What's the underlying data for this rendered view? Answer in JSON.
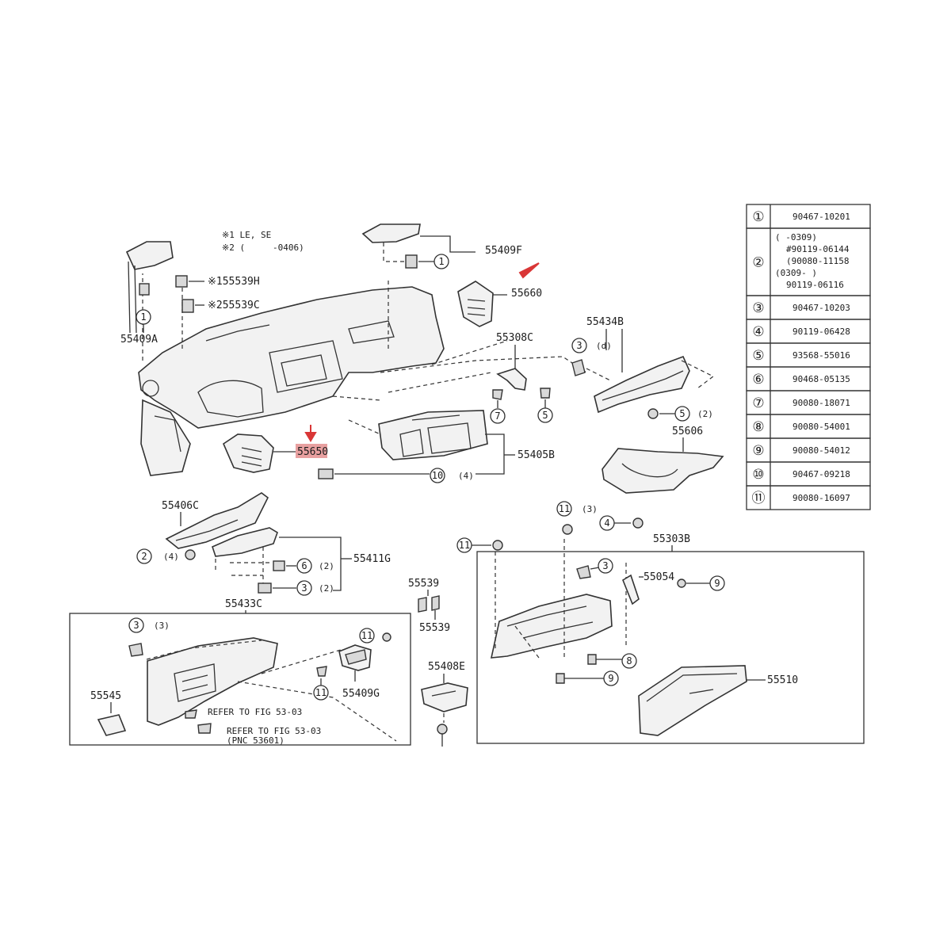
{
  "notes": {
    "n1": "※1 LE, SE",
    "n2_a": "※2 (",
    "n2_b": "-0406)"
  },
  "labels": {
    "l55539H": "※155539H",
    "l55539C": "※255539C",
    "l55409A": "55409A",
    "l55409F": "55409F",
    "l55660": "55660",
    "l55308C": "55308C",
    "l55434B": "55434B",
    "l55606": "55606",
    "l55650": "55650",
    "l55405B": "55405B",
    "l55406C": "55406C",
    "l55411G": "55411G",
    "l55433C": "55433C",
    "l55539a": "55539",
    "l55539b": "55539",
    "l55545": "55545",
    "l55409G": "55409G",
    "l55408E": "55408E",
    "l55303B": "55303B",
    "l55054": "55054",
    "l55510": "55510",
    "refer1": "REFER TO FIG 53-03",
    "refer2": "REFER TO FIG 53-03",
    "refer3": "(PNC 53601)"
  },
  "qty": {
    "d": "(d)",
    "q2a": "(2)",
    "q4a": "(4)",
    "q4b": "(4)",
    "q2b": "(2)",
    "q2c": "(2)",
    "q3a": "(3)",
    "q3b": "(3)"
  },
  "callouts": {
    "c1": "1",
    "c2": "2",
    "c3": "3",
    "c4": "4",
    "c5": "5",
    "c6": "6",
    "c7": "7",
    "c8": "8",
    "c9": "9",
    "c10": "10",
    "c11": "11"
  },
  "parts_table": [
    {
      "ref": "①",
      "lines": [
        "90467-10201"
      ]
    },
    {
      "ref": "②",
      "lines": [
        "(      -0309)",
        "#90119-06144",
        "(90080-11158",
        "(0309-      )",
        "90119-06116"
      ]
    },
    {
      "ref": "③",
      "lines": [
        "90467-10203"
      ]
    },
    {
      "ref": "④",
      "lines": [
        "90119-06428"
      ]
    },
    {
      "ref": "⑤",
      "lines": [
        "93568-55016"
      ]
    },
    {
      "ref": "⑥",
      "lines": [
        "90468-05135"
      ]
    },
    {
      "ref": "⑦",
      "lines": [
        "90080-18071"
      ]
    },
    {
      "ref": "⑧",
      "lines": [
        "90080-54001"
      ]
    },
    {
      "ref": "⑨",
      "lines": [
        "90080-54012"
      ]
    },
    {
      "ref": "⑩",
      "lines": [
        "90467-09218"
      ]
    },
    {
      "ref": "⑪",
      "lines": [
        "90080-16097"
      ]
    }
  ],
  "colors": {
    "highlight": "#e8a0a0",
    "arrow": "#d93636",
    "ink": "#333333"
  }
}
